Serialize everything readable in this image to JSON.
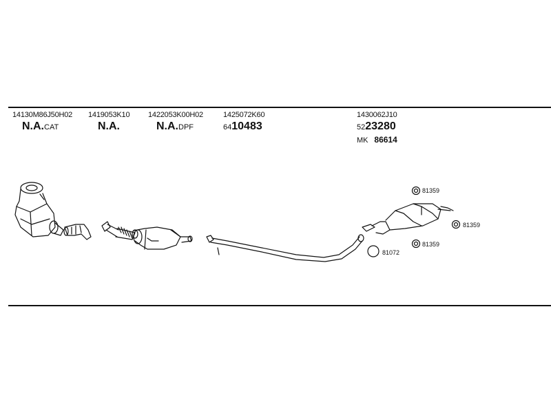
{
  "columns": [
    {
      "part_no": "14130M86J50H02",
      "big": "N.A.",
      "suffix": "CAT"
    },
    {
      "part_no": "1419053K10",
      "big": "N.A.",
      "suffix": ""
    },
    {
      "part_no": "1422053K00H02",
      "big": "N.A.",
      "suffix": "DPF"
    },
    {
      "part_no": "1425072K60",
      "prefix": "64",
      "big": "10483"
    },
    {
      "part_no": "1430062J10",
      "prefix": "52",
      "big": "23280",
      "extra_prefix": "MK",
      "extra_value": "86614"
    }
  ],
  "callouts": {
    "c1": "81359",
    "c2": "81359",
    "c3": "81359",
    "c4": "81072"
  }
}
